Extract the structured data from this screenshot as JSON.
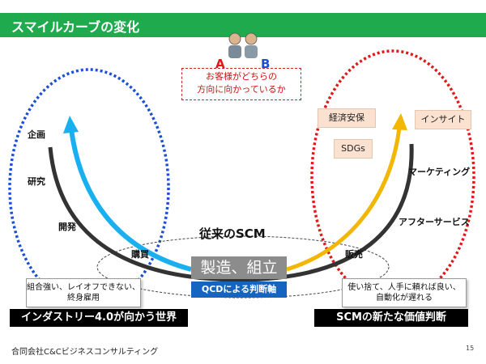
{
  "header": {
    "title": "スマイルカーブの変化"
  },
  "question": {
    "line1": "お客様がどちらの",
    "line2": "方向に向かっているか",
    "label_a": "A",
    "label_b": "B"
  },
  "left_stages": {
    "planning": "企画",
    "research": "研究",
    "development": "開発",
    "purchasing": "購買"
  },
  "right_stages": {
    "sales": "販売",
    "marketing": "マーケティング",
    "after_service": "アフターサービス"
  },
  "right_tags": {
    "economic_security": "経済安保",
    "insight": "インサイト",
    "sdgs": "SDGs"
  },
  "center": {
    "manufacturing": "製造、組立",
    "qcd": "QCDによる判断軸",
    "traditional_scm": "従来のSCM"
  },
  "left_note": {
    "line1": "組合強い、レイオフできない、",
    "line2": "終身雇用"
  },
  "right_note": {
    "line1": "使い捨て、人手に頼れば良い、",
    "line2": "自動化が遅れる"
  },
  "banners": {
    "left": "インダストリー4.0が向かう世界",
    "right": "SCMの新たな価値判断"
  },
  "footer": {
    "company": "合同会社C&Cビジネスコンサルティング",
    "page": "15"
  },
  "colors": {
    "title_bg": "#1faa4d",
    "blue_curve": "#1ab0f0",
    "gold_curve": "#f2b705",
    "qcd_bg": "#1565c0",
    "dotted_blue": "#1a4fd6",
    "dotted_red": "#e01818"
  }
}
